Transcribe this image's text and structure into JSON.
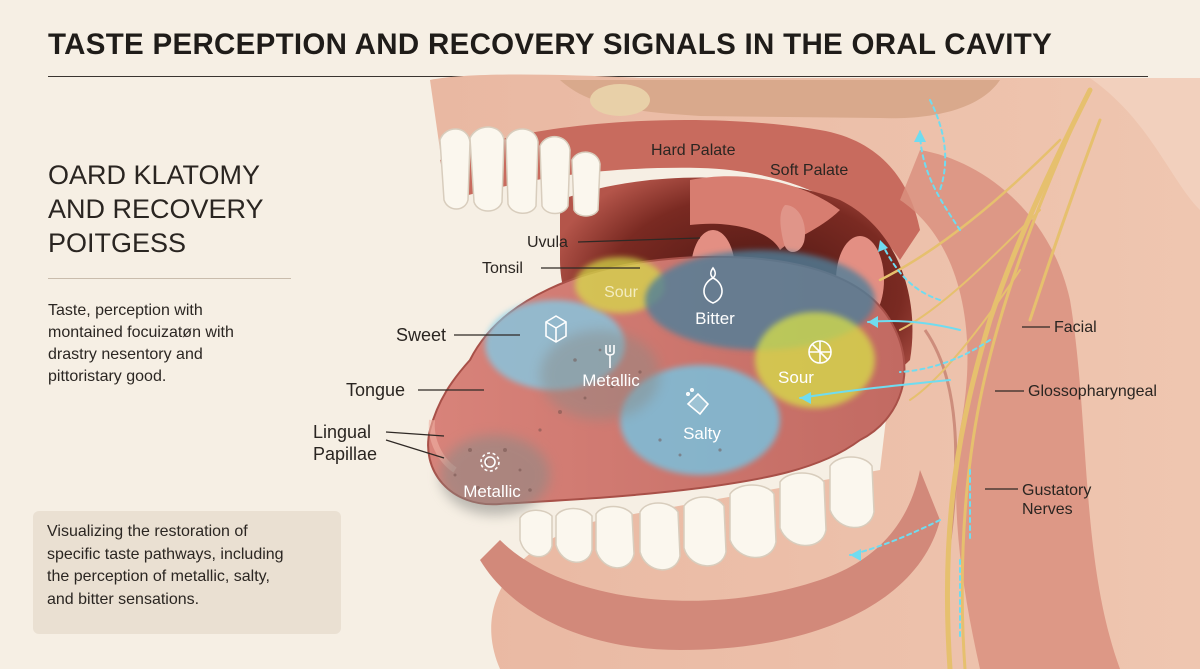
{
  "title": "TASTE PERCEPTION AND RECOVERY SIGNALS IN THE ORAL CAVITY",
  "subheading": [
    "OARD KLATOMY",
    "AND RECOVERY",
    "POITGESS"
  ],
  "description": [
    "Taste, perception with",
    "montained focuizatøn with",
    "drastry nesentory and",
    "pittoristary good."
  ],
  "note": [
    "Visualizing the restoration of",
    "specific taste pathways, including",
    "the perception of metallic, salty,",
    "and bitter sensations."
  ],
  "labels": {
    "hard_palate": "Hard Palate",
    "soft_palate": "Soft Palate",
    "uvula": "Uvula",
    "tonsil": "Tonsil",
    "sweet": "Sweet",
    "tongue": "Tongue",
    "lingual_papillae": [
      "Lingual",
      "Papillae"
    ],
    "facial": "Facial",
    "glossopharyngeal": "Glossopharyngeal",
    "gustatory_nerves": [
      "Gustatory",
      "Nerves"
    ]
  },
  "zones": {
    "sour_back": "Sour",
    "bitter": "Bitter",
    "sour_side": "Sour",
    "metallic_mid": "Metallic",
    "salty": "Salty",
    "metallic_tip": "Metallic"
  },
  "icons": {
    "sweet": "cube-icon",
    "bitter": "gourd-icon",
    "sour": "citrus-slice-icon",
    "metallic_mid": "fork-icon",
    "salty": "salt-shaker-icon",
    "metallic_tip": "gear-icon"
  },
  "colors": {
    "background": "#f6efe4",
    "sweet_zone": "#7fcdea",
    "bitter_zone": "#4f7f9a",
    "sour_zone": "#d7e04a",
    "salty_zone": "#6fc9ea",
    "metallic_zone": "#8a8a86",
    "nerve": "#e6c06e",
    "signal": "#6fdcf0"
  }
}
